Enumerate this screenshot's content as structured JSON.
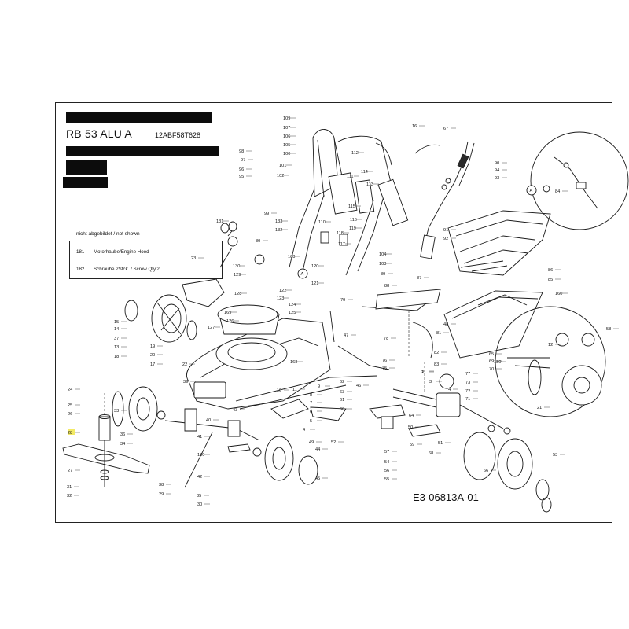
{
  "header": {
    "model": "RB 53 ALU A",
    "code": "12ABF58T628"
  },
  "legend": {
    "title": "nicht abgebildet / not shown",
    "rows": [
      {
        "num": "181",
        "text": "Motorhaube/Engine Hood"
      },
      {
        "num": "182",
        "text": "Schraube 2Stck. / Screw Qty.2"
      }
    ]
  },
  "drawing_code": "E3-06813A-01",
  "highlight_label": "28",
  "part_labels": [
    "109",
    "107",
    "106",
    "105",
    "100",
    "101",
    "102",
    "108",
    "112",
    "114",
    "113",
    "115",
    "116",
    "110",
    "117",
    "118",
    "119",
    "120",
    "121",
    "104",
    "103",
    "111",
    "98",
    "97",
    "96",
    "95",
    "99",
    "131",
    "133",
    "132",
    "80",
    "16",
    "67",
    "94",
    "93",
    "92",
    "91",
    "90",
    "89",
    "88",
    "87",
    "86",
    "85",
    "84",
    "83",
    "82",
    "81",
    "79",
    "78",
    "77",
    "76",
    "75",
    "74",
    "73",
    "72",
    "71",
    "70",
    "69",
    "68",
    "66",
    "65",
    "64",
    "63",
    "62",
    "61",
    "60",
    "59",
    "58",
    "57",
    "56",
    "55",
    "54",
    "53",
    "52",
    "51",
    "50",
    "49",
    "48",
    "47",
    "46",
    "45",
    "44",
    "43",
    "42",
    "41",
    "40",
    "39",
    "38",
    "37",
    "36",
    "35",
    "34",
    "33",
    "32",
    "31",
    "30",
    "29",
    "28",
    "27",
    "26",
    "25",
    "24",
    "23",
    "22",
    "21",
    "20",
    "19",
    "18",
    "17",
    "15",
    "14",
    "13",
    "12",
    "11",
    "10",
    "9",
    "8",
    "7",
    "6",
    "5",
    "4",
    "3",
    "2",
    "1",
    "122",
    "123",
    "124",
    "125",
    "126",
    "127",
    "128",
    "129",
    "130",
    "150",
    "160",
    "168",
    "169",
    "180",
    "A"
  ]
}
